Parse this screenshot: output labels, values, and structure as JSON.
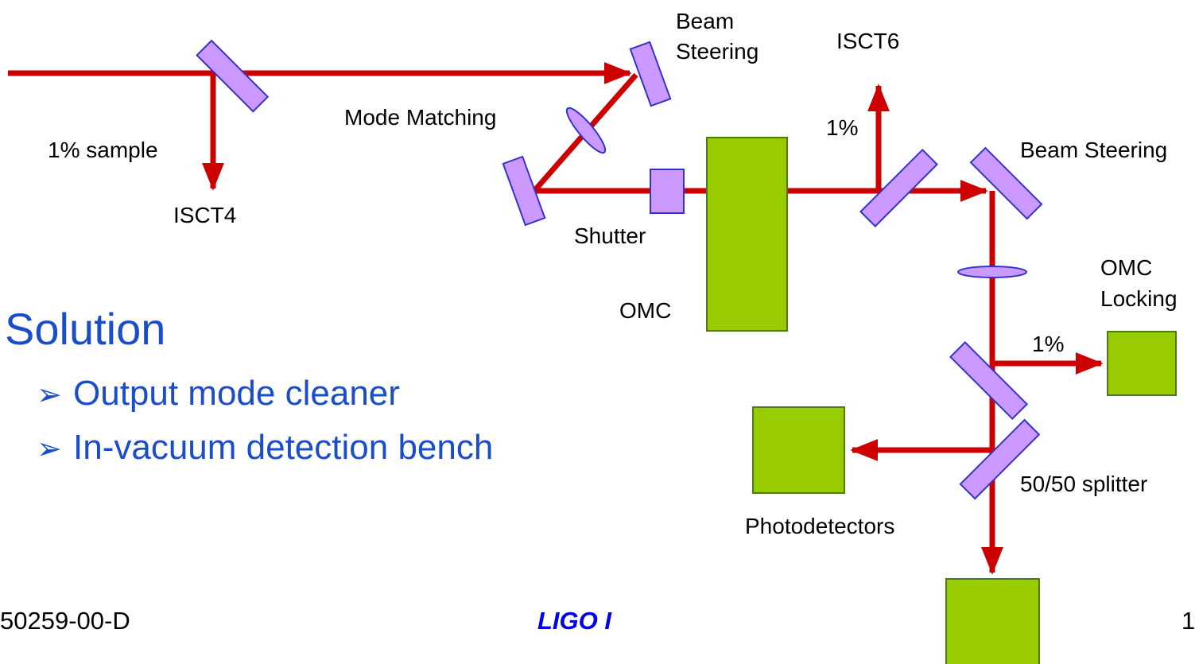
{
  "colors": {
    "beam": "#cc0000",
    "optic": "#cc99ff",
    "optic_stroke": "#3333cc",
    "box": "#99cc00",
    "box_stroke": "#4d7a1a",
    "heading_text": "#1a4dcc",
    "footer_title": "#0000ee"
  },
  "icons": {
    "beam": "red-arrow",
    "mirror": "lavender-mirror",
    "lens": "lavender-ellipse-lens",
    "box": "green-square",
    "bullet": "arrowhead-bullet"
  },
  "labels": {
    "sample": "1% sample",
    "isct4": "ISCT4",
    "mode_matching": "Mode Matching",
    "beam_steering_top_line1": "Beam",
    "beam_steering_top_line2": "Steering",
    "isct6": "ISCT6",
    "pct_isct6": "1%",
    "beam_steering_right": "Beam Steering",
    "shutter": "Shutter",
    "omc": "OMC",
    "omc_locking_line1": "OMC",
    "omc_locking_line2": "Locking",
    "pct_locking": "1%",
    "splitter": "50/50 splitter",
    "photodetectors": "Photodetectors"
  },
  "solution": {
    "title": "Solution",
    "bullet_glyph": "➢",
    "items": [
      "Output mode cleaner",
      "In-vacuum detection bench"
    ]
  },
  "footer": {
    "left": "50259-00-D",
    "center": "LIGO I",
    "right": "1"
  }
}
